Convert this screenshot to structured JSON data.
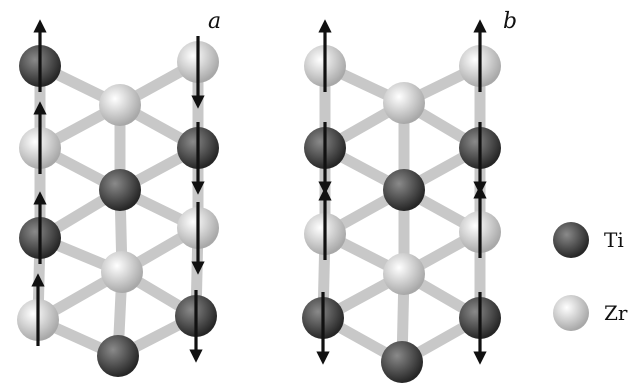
{
  "panels": [
    {
      "label": "a",
      "arrow_pattern": [
        "up",
        "up",
        "up",
        "up",
        "down",
        "down",
        "down",
        "down"
      ]
    },
    {
      "label": "b",
      "arrow_pattern": [
        "up",
        "down",
        "up",
        "down",
        "up",
        "down",
        "up",
        "down"
      ]
    }
  ],
  "legend": [
    {
      "label": "Ti",
      "species": "Ti"
    },
    {
      "label": "Zr",
      "species": "Zr"
    }
  ],
  "colors": {
    "ti_light": "#8a8a8a",
    "ti_dark": "#262626",
    "zr_light": "#ffffff",
    "zr_dark": "#a8a8a8",
    "bond": "#c8c8c8",
    "arrow": "#111111"
  }
}
